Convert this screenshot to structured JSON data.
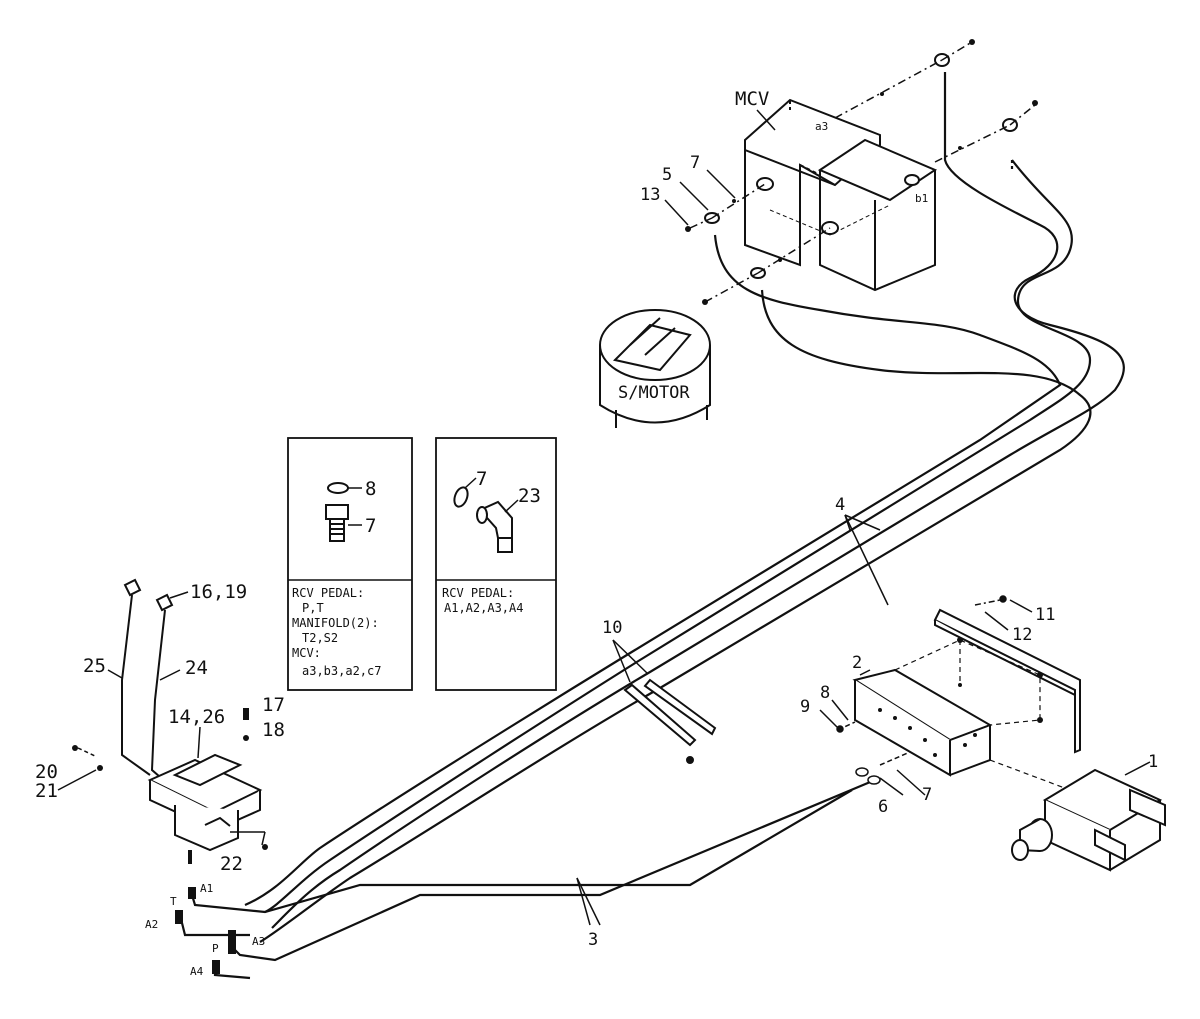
{
  "components": {
    "mcv_label": "MCV",
    "swing_motor_label": "S/MOTOR"
  },
  "callouts": {
    "c1": "1",
    "c2": "2",
    "c3": "3",
    "c4": "4",
    "c5": "5",
    "c6": "6",
    "c7a": "7",
    "c7b": "7",
    "c8": "8",
    "c9": "9",
    "c10": "10",
    "c11": "11",
    "c12": "12",
    "c13": "13",
    "c14_26": "14,26",
    "c16_19": "16,19",
    "c17": "17",
    "c18": "18",
    "c20": "20",
    "c21": "21",
    "c22": "22",
    "c24": "24",
    "c25": "25"
  },
  "ports": {
    "a1": "A1",
    "a2": "A2",
    "a3": "A3",
    "a4": "A4",
    "t": "T",
    "p": "P",
    "b1": "b1"
  },
  "detail_left": {
    "callout_8": "8",
    "callout_7": "7",
    "line1": "RCV PEDAL:",
    "line2": "P,T",
    "line3": "MANIFOLD(2):",
    "line4": "T2,S2",
    "line5": "MCV:",
    "line6": "a3,b3,a2,c7"
  },
  "detail_right": {
    "callout_7": "7",
    "callout_23": "23",
    "line1": "RCV PEDAL:",
    "line2": "A1,A2,A3,A4"
  }
}
